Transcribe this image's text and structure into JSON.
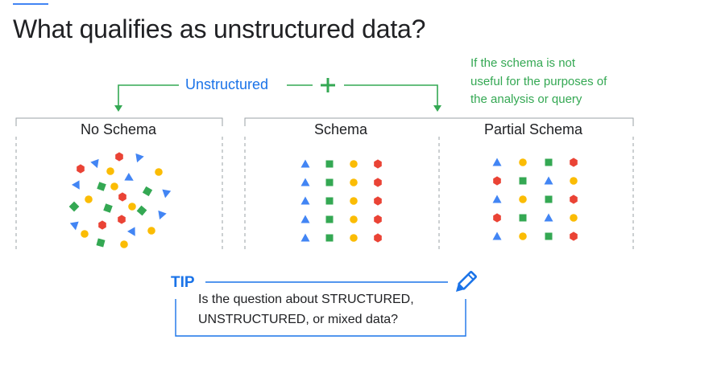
{
  "title": "What qualifies as unstructured data?",
  "unstructured_label": "Unstructured",
  "plus_symbol": "+",
  "note_lines": [
    "If the schema is not",
    "useful for the purposes of",
    "the analysis or query"
  ],
  "panels": {
    "no_schema": "No Schema",
    "schema": "Schema",
    "partial_schema": "Partial Schema"
  },
  "tip": {
    "label": "TIP",
    "lines": [
      "Is the question about STRUCTURED,",
      "UNSTRUCTURED, or mixed data?"
    ]
  },
  "colors": {
    "blue": "#4285f4",
    "green": "#34a853",
    "yellow": "#fbbc04",
    "red": "#ea4335",
    "accent_blue": "#1a73e8",
    "gray": "#9aa0a6"
  },
  "icons": {
    "tip": "pencil-icon"
  },
  "shapes": {
    "schema_columns": [
      "triangle",
      "square",
      "circle",
      "hexagon"
    ],
    "partial_schema_rows": [
      [
        "triangle",
        "circle",
        "square",
        "hexagon"
      ],
      [
        "hexagon",
        "square",
        "triangle",
        "circle"
      ],
      [
        "triangle",
        "circle",
        "square",
        "hexagon"
      ],
      [
        "hexagon",
        "square",
        "triangle",
        "circle"
      ],
      [
        "triangle",
        "circle",
        "square",
        "hexagon"
      ]
    ]
  }
}
